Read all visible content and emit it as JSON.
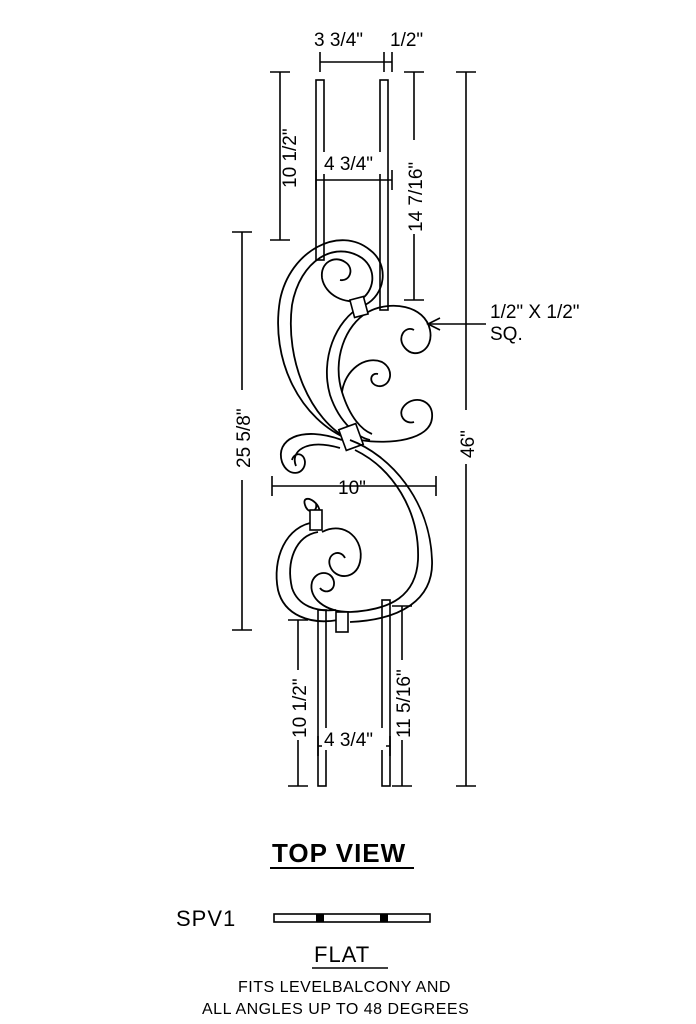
{
  "dimensions": {
    "top_spacing": "3 3/4\"",
    "top_bar_size": "1/2\"",
    "top_rod_length": "10 1/2\"",
    "top_inner_width": "4 3/4\"",
    "top_right_length": "14 7/16\"",
    "scroll_height": "25 5/8\"",
    "overall_height": "46\"",
    "scroll_width": "10\"",
    "bottom_rod_length": "10 1/2\"",
    "bottom_right_length": "11 5/16\"",
    "bottom_inner_width": "4 3/4\""
  },
  "material_note": {
    "line1": "1/2\" X 1/2\"",
    "line2": "SQ."
  },
  "view_title": "TOP VIEW",
  "part_code": "SPV1",
  "style_label": "FLAT",
  "fits_note": {
    "line1": "FITS LEVELBALCONY AND",
    "line2": "ALL ANGLES UP TO 48 DEGREES"
  }
}
